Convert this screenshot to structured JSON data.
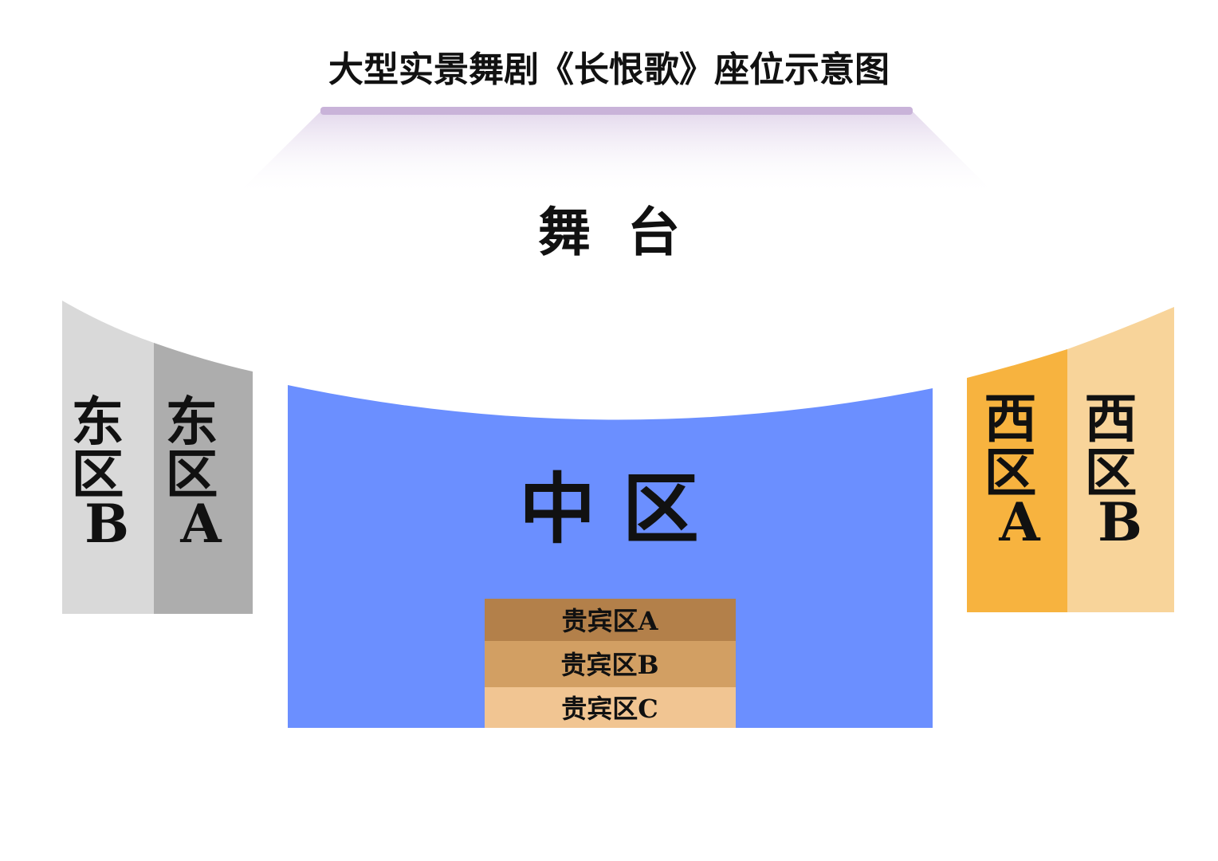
{
  "title": "大型实景舞剧《长恨歌》座位示意图",
  "stage": {
    "label": "舞  台",
    "bar_color": "#c9b3d9",
    "glow_color": "#ece4f2"
  },
  "zones": {
    "east_b": {
      "label_lines": [
        "东",
        "区",
        "B"
      ],
      "color": "#d9d9d9"
    },
    "east_a": {
      "label_lines": [
        "东",
        "区",
        "A"
      ],
      "color": "#adadad"
    },
    "center": {
      "label": "中 区",
      "color": "#6b8fff"
    },
    "west_a": {
      "label_lines": [
        "西",
        "区",
        "A"
      ],
      "color": "#f7b33f"
    },
    "west_b": {
      "label_lines": [
        "西",
        "区",
        "B"
      ],
      "color": "#f8d49a"
    }
  },
  "vip": [
    {
      "label": "贵宾区A",
      "color": "#b3804a"
    },
    {
      "label": "贵宾区B",
      "color": "#d29f63"
    },
    {
      "label": "贵宾区C",
      "color": "#f1c592"
    }
  ]
}
